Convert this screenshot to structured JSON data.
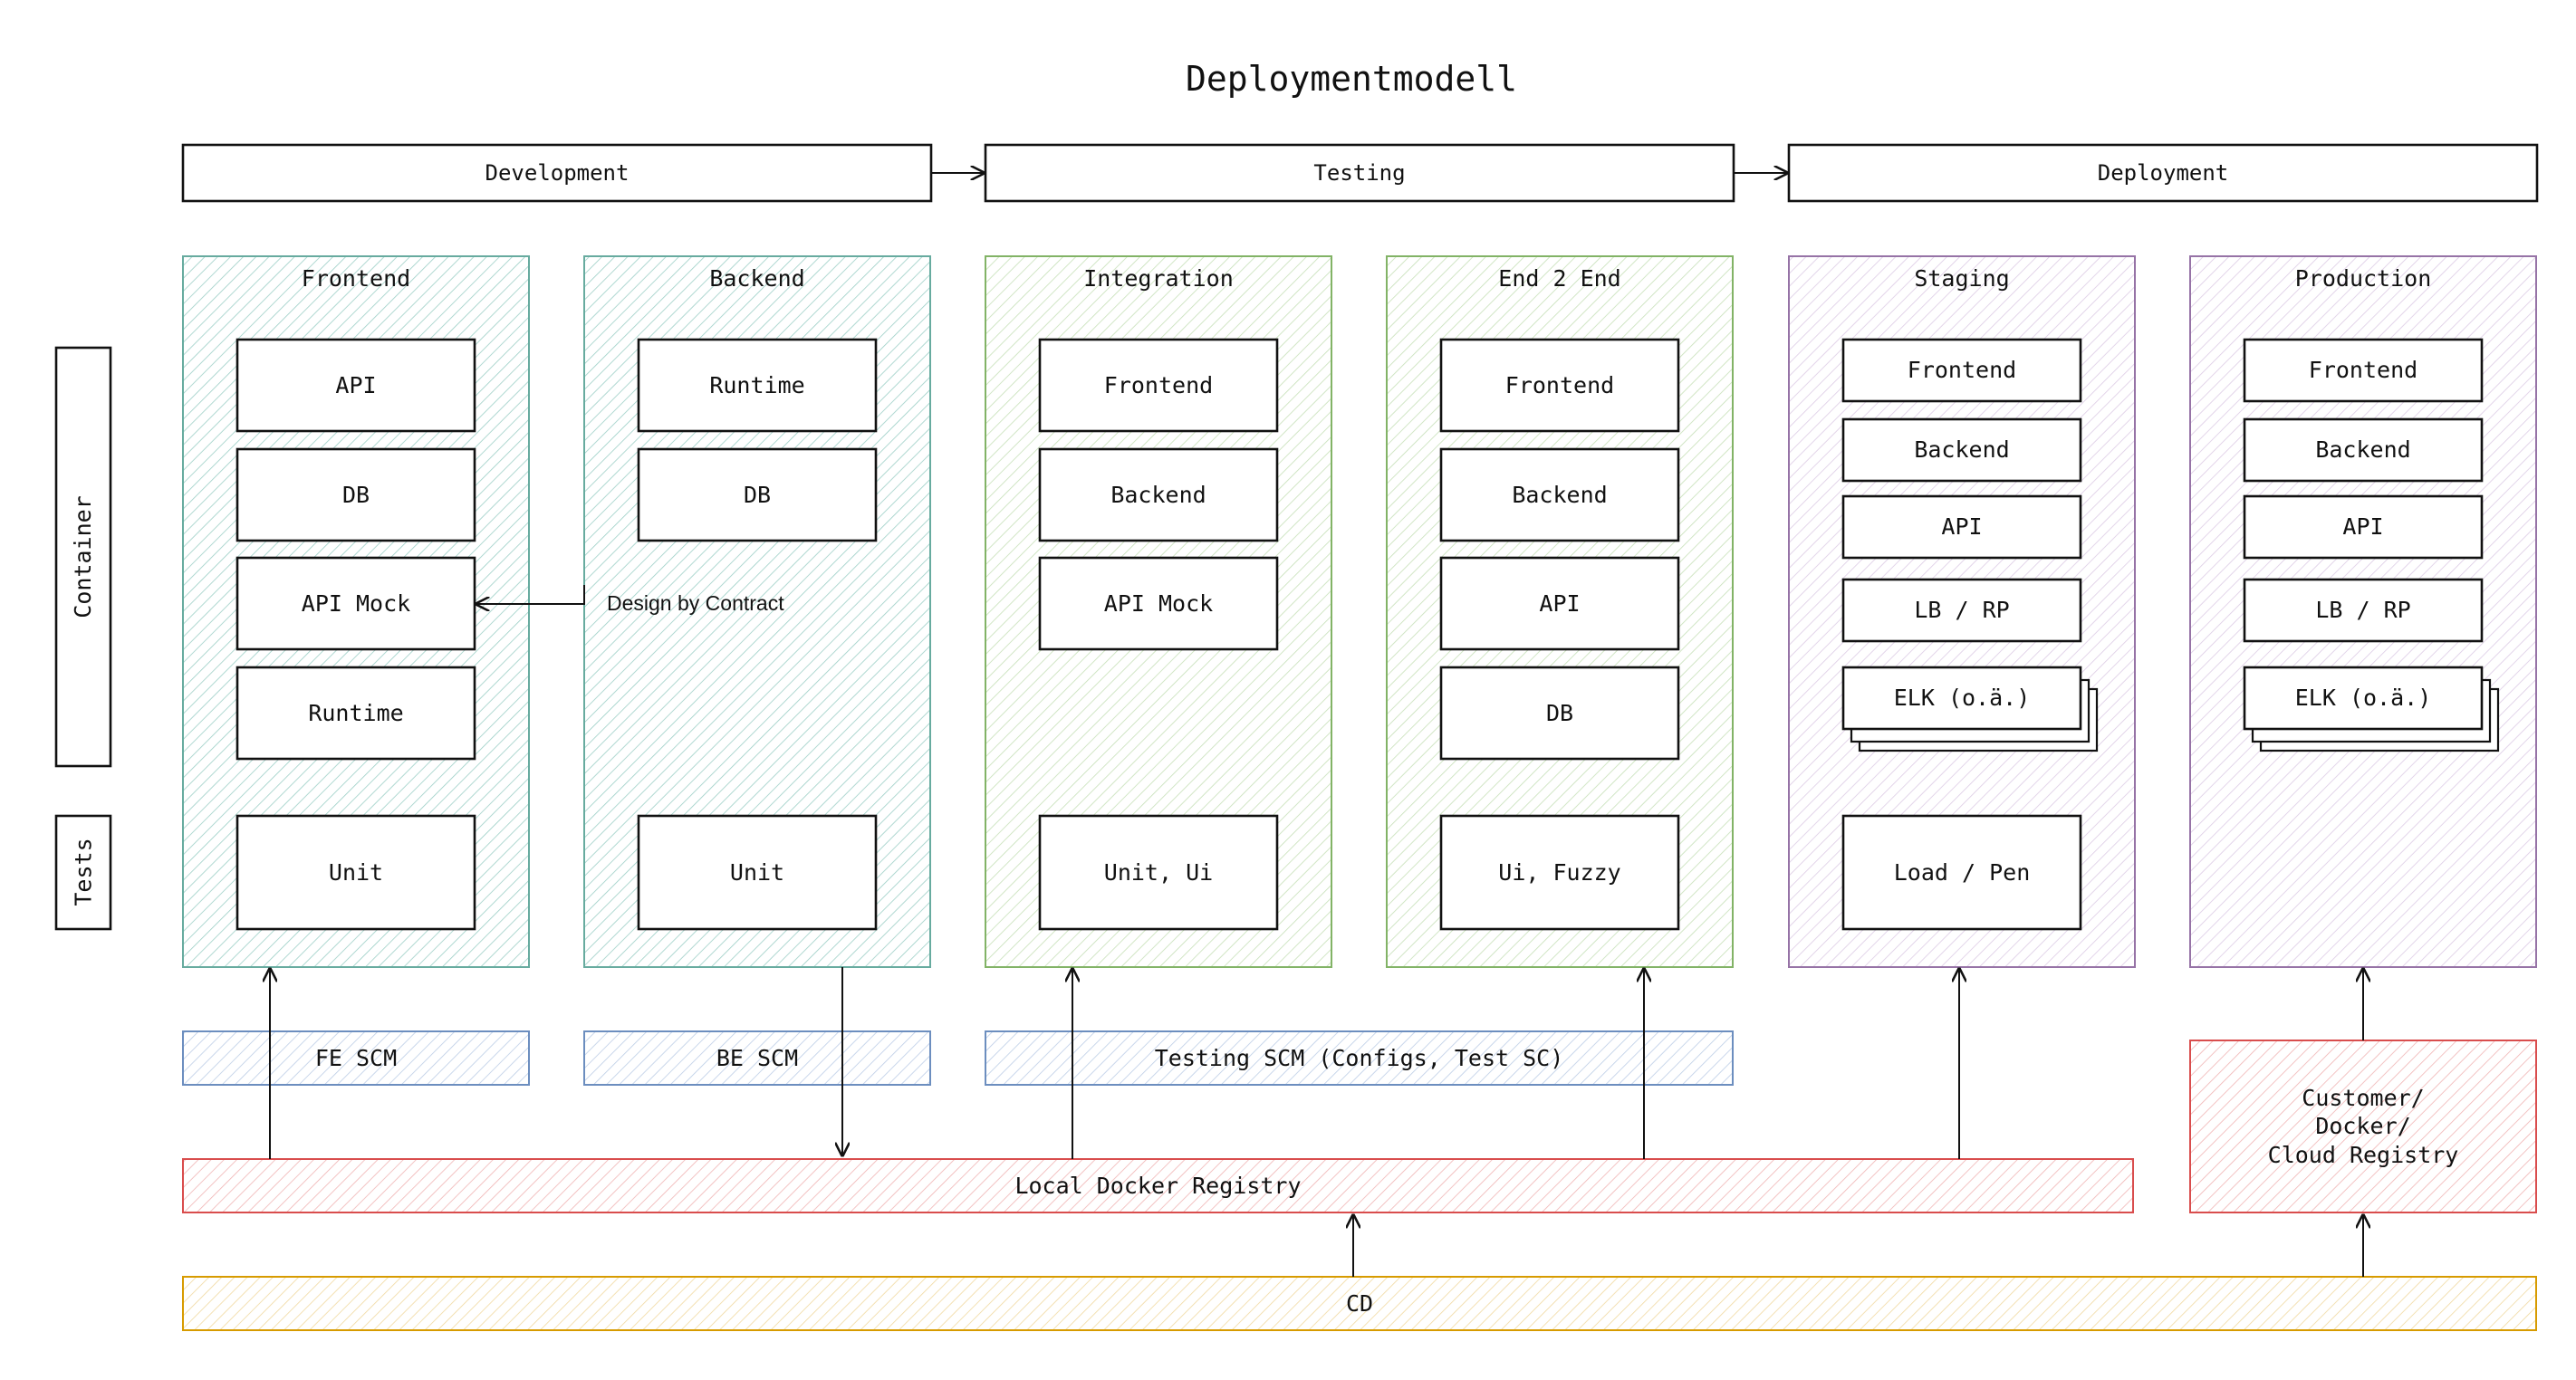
{
  "title": "Deploymentmodell",
  "phases": {
    "development": "Development",
    "testing": "Testing",
    "deployment": "Deployment"
  },
  "side_labels": {
    "container": "Container",
    "tests": "Tests"
  },
  "columns": {
    "frontend": {
      "title": "Frontend",
      "items": [
        "API",
        "DB",
        "API Mock",
        "Runtime"
      ],
      "test": "Unit"
    },
    "backend": {
      "title": "Backend",
      "items": [
        "Runtime",
        "DB"
      ],
      "test": "Unit"
    },
    "integration": {
      "title": "Integration",
      "items": [
        "Frontend",
        "Backend",
        "API Mock"
      ],
      "test": "Unit, Ui"
    },
    "e2e": {
      "title": "End 2 End",
      "items": [
        "Frontend",
        "Backend",
        "API",
        "DB"
      ],
      "test": "Ui, Fuzzy"
    },
    "staging": {
      "title": "Staging",
      "items": [
        "Frontend",
        "Backend",
        "API",
        "LB / RP",
        "ELK (o.ä.)"
      ],
      "test": "Load / Pen"
    },
    "production": {
      "title": "Production",
      "items": [
        "Frontend",
        "Backend",
        "API",
        "LB / RP",
        "ELK (o.ä.)"
      ]
    }
  },
  "note": "Design by Contract",
  "scm": {
    "fe": "FE SCM",
    "be": "BE SCM",
    "testing": "Testing SCM (Configs, Test SC)"
  },
  "registry": {
    "local": "Local Docker Registry",
    "customer": "Customer/\nDocker/\nCloud Registry"
  },
  "cd": "CD",
  "colors": {
    "teal": "#67AB9F",
    "green": "#82B366",
    "purple": "#9673A6",
    "blue": "#6C8EBF",
    "red": "#D94D4D",
    "orange": "#D79B00",
    "ink": "#111111"
  }
}
